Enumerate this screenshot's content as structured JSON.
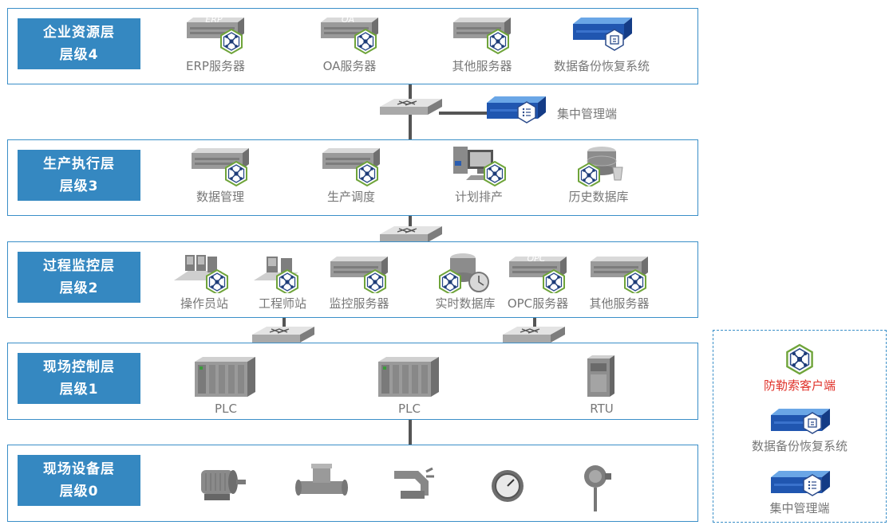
{
  "layers": [
    {
      "title": "企业资源层",
      "level": "层级4",
      "nodes": [
        "ERP服务器",
        "OA服务器",
        "其他服务器",
        "数据备份恢复系统"
      ]
    },
    {
      "title": "生产执行层",
      "level": "层级3",
      "nodes": [
        "数据管理",
        "生产调度",
        "计划排产",
        "历史数据库"
      ]
    },
    {
      "title": "过程监控层",
      "level": "层级2",
      "nodes": [
        "操作员站",
        "工程师站",
        "监控服务器",
        "实时数据库",
        "OPC服务器",
        "其他服务器"
      ]
    },
    {
      "title": "现场控制层",
      "level": "层级1",
      "nodes": [
        "PLC",
        "PLC",
        "RTU"
      ]
    },
    {
      "title": "现场设备层",
      "level": "层级0",
      "nodes": []
    }
  ],
  "mgmt_label": "集中管理端",
  "device_badges": {
    "erp": "ERP",
    "oa": "OA",
    "opc": "OPC"
  },
  "legend": {
    "client": "防勒索客户端",
    "backup": "数据备份恢复系统",
    "mgmt": "集中管理端"
  },
  "colors": {
    "accent": "#3588c1",
    "border": "#3a8fc8",
    "legend_red": "#e0322a"
  }
}
